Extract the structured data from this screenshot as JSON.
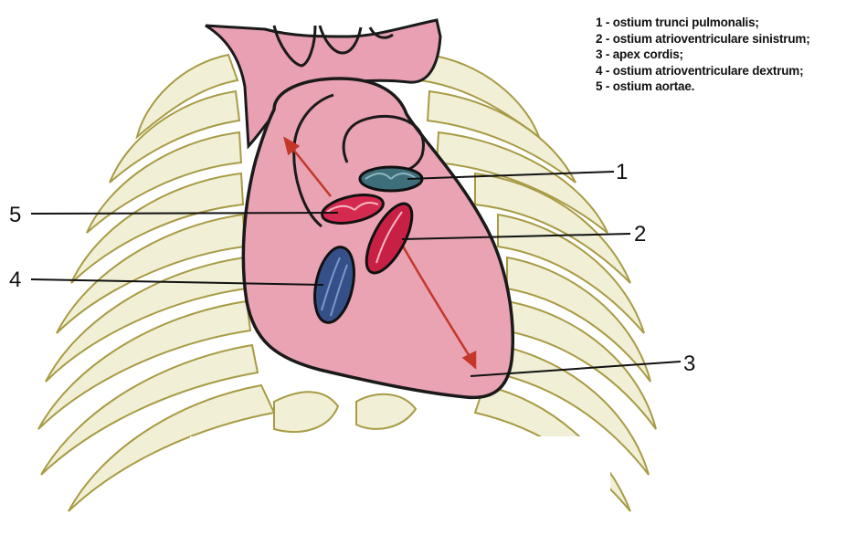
{
  "legend": {
    "items": [
      {
        "number": "1",
        "text": "1 - ostium trunci pulmonalis;"
      },
      {
        "number": "2",
        "text": "2 - ostium atrioventriculare sinistrum;"
      },
      {
        "number": "3",
        "text": "3 - apex cordis;"
      },
      {
        "number": "4",
        "text": "4 - ostium atrioventriculare dextrum;"
      },
      {
        "number": "5",
        "text": "5 - ostium aortae."
      }
    ]
  },
  "callouts": {
    "c1": "1",
    "c2": "2",
    "c3": "3",
    "c4": "4",
    "c5": "5"
  },
  "colors": {
    "rib_fill": "#f1f0d6",
    "rib_outline": "#a89b45",
    "heart_fill": "#e9a3b3",
    "heart_outline": "#1a1a1a",
    "vessel_fill": "#e9a0b2",
    "aortic_valve": "#d52a4f",
    "mitral_valve": "#c81f45",
    "pulmonary_valve": "#3e6e7a",
    "tricuspid_valve": "#355089",
    "arrow": "#c4372a"
  }
}
